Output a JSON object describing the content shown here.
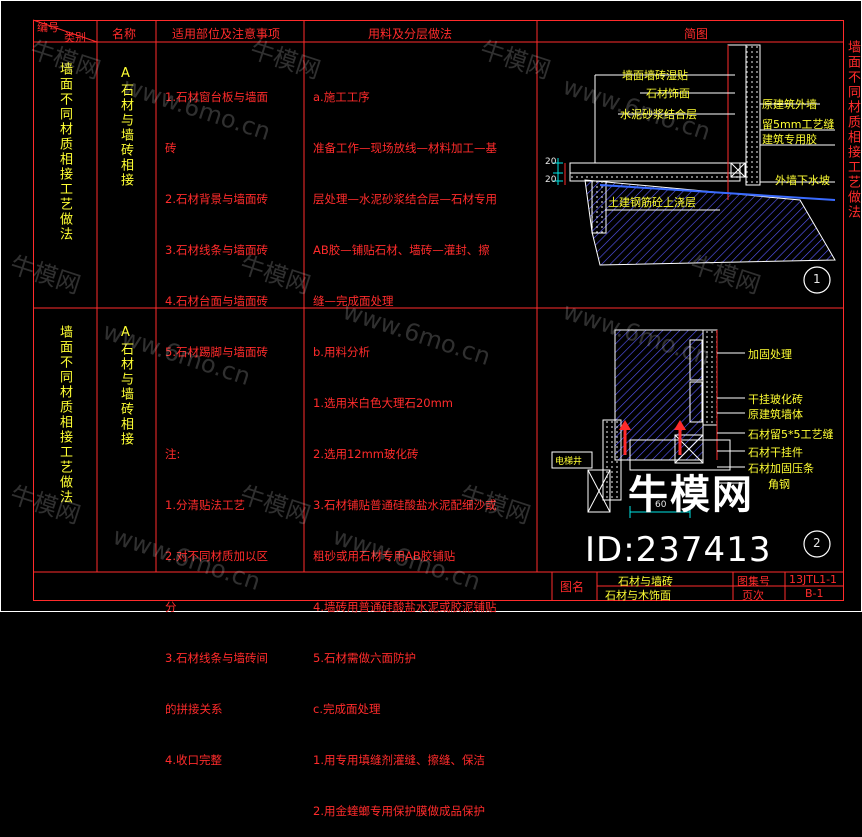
{
  "header": {
    "code_label": "编号",
    "category_label": "类别",
    "name": "名称",
    "scope": "适用部位及注意事项",
    "materials": "用料及分层做法",
    "drawing": "简图"
  },
  "side_title": "墙面不同材质相接工艺做法",
  "rows": [
    {
      "category": "墙面不同材质相接工艺做法",
      "name": "A石材与墙砖相接",
      "scope_lines": [
        "1.石材窗台板与墙面",
        "砖",
        "2.石材背景与墙面砖",
        "3.石材线条与墙面砖",
        "4.石材台面与墙面砖",
        "5.石材踢脚与墙面砖",
        "",
        "注:",
        "1.分清贴法工艺",
        "2.对不同材质加以区",
        "分",
        "3.石材线条与墙砖间",
        "的拼接关系",
        "4.收口完整"
      ],
      "material_lines": [
        "a.施工工序",
        "准备工作—现场放线—材料加工—基",
        "层处理—水泥砂浆结合层—石材专用",
        "AB胶—铺贴石材、墙砖—灌封、擦",
        "缝—完成面处理",
        "b.用料分析",
        "1.选用米白色大理石20mm",
        "2.选用12mm玻化砖",
        "3.石材铺贴普通硅酸盐水泥配细沙或",
        "粗砂或用石材专用AB胶铺贴",
        "4.墙砖用普通硅酸盐水泥或胶泥铺贴",
        "5.石材需做六面防护",
        "c.完成面处理",
        "1.用专用填缝剂灌缝、擦缝、保洁",
        "2.用金蝰螂专用保护膜做成品保护"
      ]
    },
    {
      "category": "墙面不同材质相接工艺做法",
      "name": "A石材与墙砖相接"
    }
  ],
  "diagram1": {
    "number": "1",
    "dim_top": "20",
    "dim_bottom": "20",
    "labels": [
      "墙面墙砖湿贴",
      "石材饰面",
      "水泥砂浆结合层",
      "原建筑外墙",
      "留5mm工艺缝",
      "建筑专用胶",
      "外墙下水坡",
      "土建钢筋砼上浇层"
    ]
  },
  "diagram2": {
    "number": "2",
    "dim": "60",
    "left_tag": "电梯井",
    "labels": [
      "加固处理",
      "干挂玻化砖",
      "原建筑墙体",
      "石材留5*5工艺缝",
      "石材干挂件",
      "石材加固压条",
      "角钢"
    ]
  },
  "footer": {
    "figure_label": "图名",
    "figure_name_1": "石材与墙砖",
    "figure_name_2": "石材与木饰面",
    "atlas_label": "图集号",
    "atlas_value": "13JTL1-1",
    "page_label": "页次",
    "page_value": "B-1"
  },
  "watermark": {
    "brand": "牛模网",
    "site": "www.6mo.cn",
    "id_text": "ID:237413"
  },
  "colors": {
    "frame": "#ff2b2b",
    "text": "#ffff33",
    "outline": "#ffffff",
    "hatch": "#5a5aff",
    "dim": "#00e5e5"
  }
}
